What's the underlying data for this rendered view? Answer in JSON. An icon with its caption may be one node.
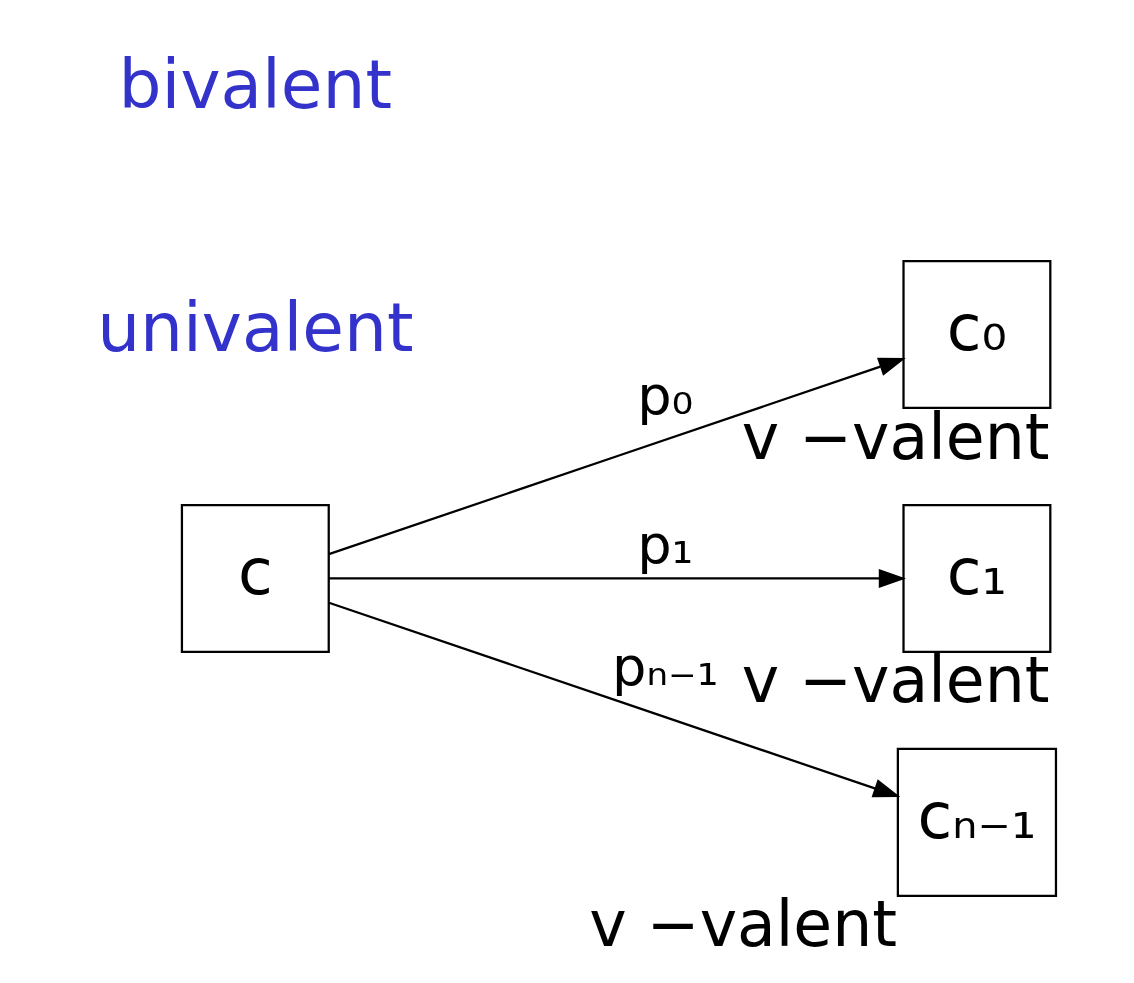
{
  "diagram": {
    "nodes": [
      {
        "text": [
          "c"
        ]
      },
      {
        "text": [
          "c₀"
        ],
        "beside": [
          "v −valent"
        ]
      },
      {
        "text": [
          "c₁"
        ],
        "beside": [
          "v −valent"
        ]
      },
      {
        "text": [
          "cₙ₋₁"
        ],
        "beside": [
          "v −valent"
        ]
      }
    ],
    "edges": [
      {
        "from": 0,
        "to": 1,
        "arrow": "to",
        "label": "p₀"
      },
      {
        "from": 0,
        "to": 2,
        "arrow": "to",
        "label": "p₁"
      },
      {
        "from": 0,
        "to": 3,
        "arrow": "to",
        "label": "pₙ₋₁"
      }
    ],
    "labels": [
      "univalent",
      "bivalent"
    ]
  }
}
